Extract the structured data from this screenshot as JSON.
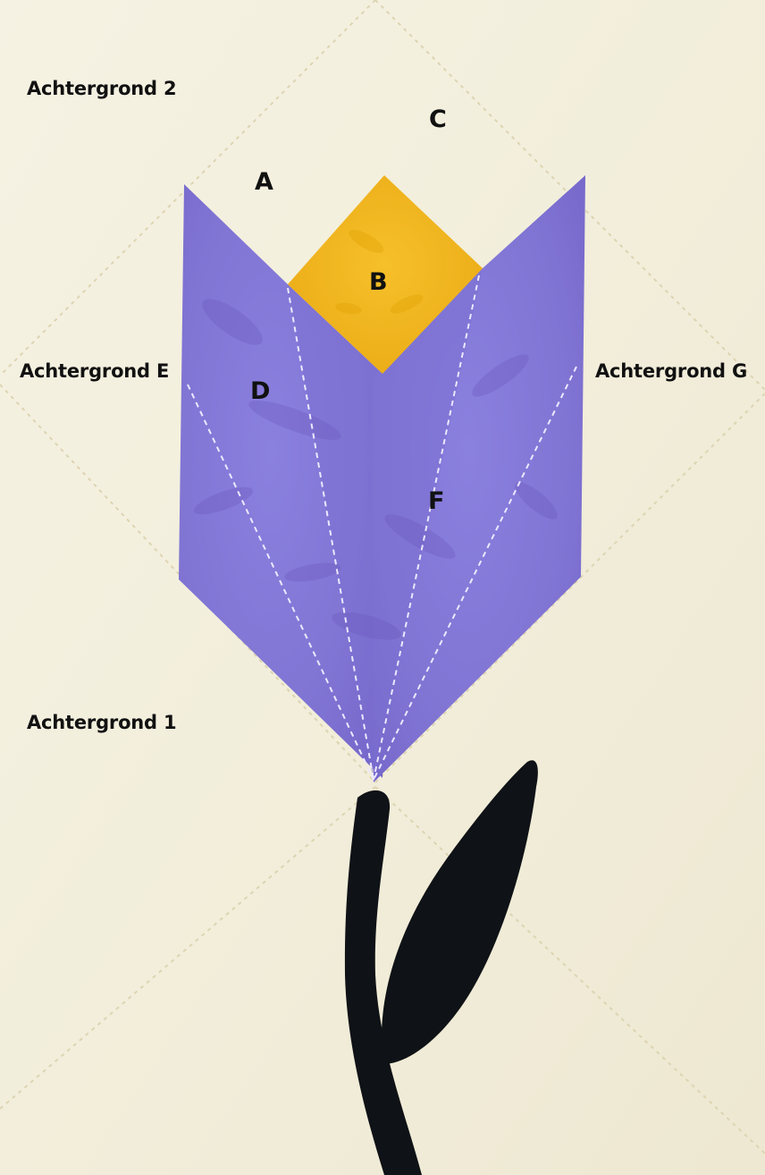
{
  "labels": {
    "background_2": "Achtergrond 2",
    "background_e": "Achtergrond E",
    "background_g": "Achtergrond G",
    "background_1": "Achtergrond 1",
    "piece_a": "A",
    "piece_b": "B",
    "piece_c": "C",
    "piece_d": "D",
    "piece_f": "F"
  },
  "colors": {
    "background_fabric": "#f3efdf",
    "tulip_purple": "#8478d6",
    "tulip_purple_dark": "#6f5fc4",
    "tulip_center_yellow": "#f1b51c",
    "stem_and_leaf": "#0f1216",
    "stitching": "#e9e4ff",
    "background_seam": "#ddd4b2"
  }
}
